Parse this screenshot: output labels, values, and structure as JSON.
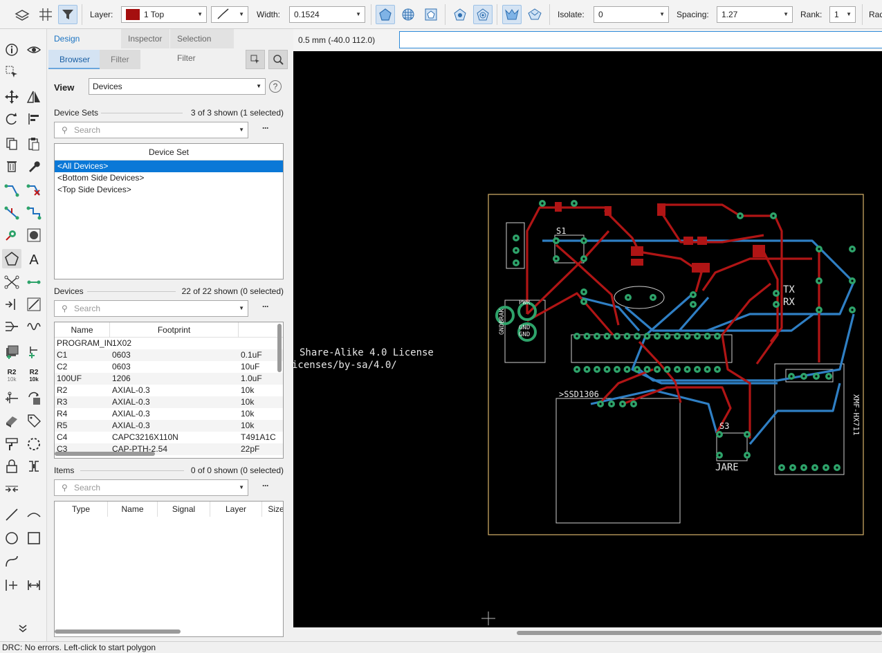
{
  "toolbar": {
    "layer_label": "Layer:",
    "layer_value": "1 Top",
    "layer_color": "#a50f0f",
    "width_label": "Width:",
    "width_value": "0.1524",
    "isolate_label": "Isolate:",
    "isolate_value": "0",
    "spacing_label": "Spacing:",
    "spacing_value": "1.27",
    "rank_label": "Rank:",
    "rank_value": "1",
    "rad_label": "Rad"
  },
  "panel": {
    "tabs": [
      "Design Manager",
      "Inspector",
      "Selection Filter"
    ],
    "subtabs": [
      "Browser",
      "Filter"
    ],
    "view_label": "View",
    "view_value": "Devices",
    "help_glyph": "?",
    "device_sets": {
      "title": "Device Sets",
      "count": "3 of 3 shown (1 selected)",
      "search_placeholder": "Search",
      "column": "Device Set",
      "rows": [
        "<All Devices>",
        "<Bottom Side Devices>",
        "<Top Side Devices>"
      ]
    },
    "devices": {
      "title": "Devices",
      "count": "22 of 22 shown (0 selected)",
      "search_placeholder": "Search",
      "columns": [
        "Name",
        "Footprint"
      ],
      "rows": [
        {
          "name": "PROGRAM_IN",
          "footprint": "1X02",
          "value": ""
        },
        {
          "name": "C1",
          "footprint": "0603",
          "value": "0.1uF"
        },
        {
          "name": "C2",
          "footprint": "0603",
          "value": "10uF"
        },
        {
          "name": "100UF",
          "footprint": "1206",
          "value": "1.0uF"
        },
        {
          "name": "R2",
          "footprint": "AXIAL-0.3",
          "value": "10k"
        },
        {
          "name": "R3",
          "footprint": "AXIAL-0.3",
          "value": "10k"
        },
        {
          "name": "R4",
          "footprint": "AXIAL-0.3",
          "value": "10k"
        },
        {
          "name": "R5",
          "footprint": "AXIAL-0.3",
          "value": "10k"
        },
        {
          "name": "C4",
          "footprint": "CAPC3216X110N",
          "value": "T491A1C"
        },
        {
          "name": "C3",
          "footprint": "CAP-PTH-2.54",
          "value": "22pF"
        }
      ]
    },
    "items": {
      "title": "Items",
      "count": "0 of 0 shown (0 selected)",
      "search_placeholder": "Search",
      "columns": [
        "Type",
        "Name",
        "Signal",
        "Layer",
        "Size"
      ]
    },
    "more_glyph": "···"
  },
  "canvas": {
    "coord": "0.5 mm (-40.0 112.0)",
    "license_line1": "Share-Alike 4.0 License",
    "license_line2": "icenses/by-sa/4.0/",
    "label_ssd": ">SSD1306",
    "label_s1": "S1",
    "label_s3": "S3",
    "label_tx": "TX",
    "label_rx": "RX",
    "label_jare": "JARE",
    "label_hx": "XMF-HX711",
    "label_pwr": "PWR",
    "label_gnd": "GND",
    "label_gnd2": "GND",
    "label_gndbrak": "GNDBRAK",
    "top_color": "#b01515",
    "bottom_color": "#2f7fc4",
    "pad_color": "#2ea36a",
    "outline_color": "#d8b46a"
  },
  "status": {
    "text": "DRC: No errors. Left-click to start polygon"
  },
  "tool_labels": {
    "r2": "R2",
    "r2sub": "10k",
    "r2b": "R2",
    "r2bsub": "10k"
  }
}
